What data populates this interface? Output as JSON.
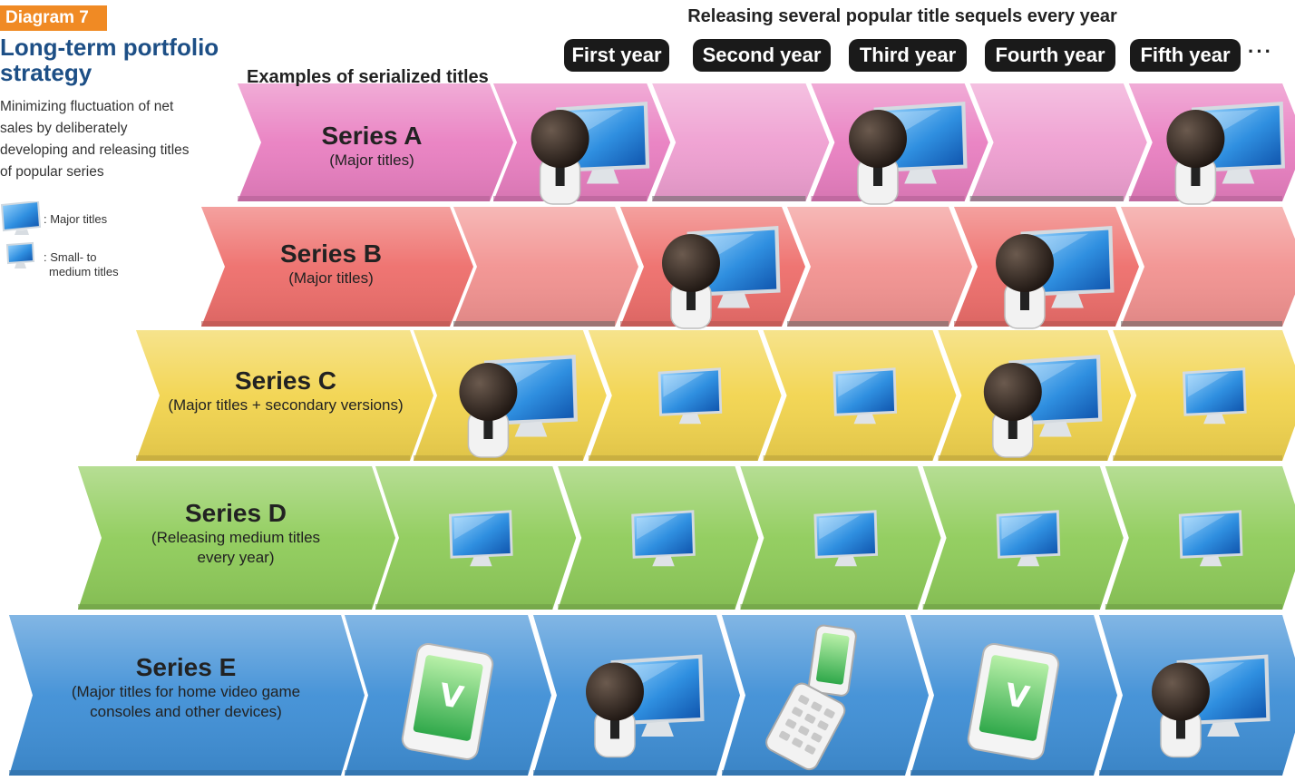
{
  "header": {
    "badge": "Diagram 7",
    "title": "Long-term portfolio strategy",
    "description": "Minimizing fluctuation of net sales by deliberately developing and releasing titles of popular series"
  },
  "legend": {
    "major_label": ": Major titles",
    "small_label_line1": ": Small- to",
    "small_label_line2": "medium titles"
  },
  "top_heading": "Releasing several popular title sequels every year",
  "examples_heading": "Examples of serialized titles",
  "years": [
    "First year",
    "Second year",
    "Third year",
    "Fourth year",
    "Fifth year"
  ],
  "ellipsis": "···",
  "colors": {
    "series_a": "#e97fc1",
    "series_b": "#ee6e6b",
    "series_c": "#f2d44e",
    "series_d": "#8fcc5a",
    "series_e": "#3f8fd6",
    "badge": "#f08a24",
    "title": "#1d4f86"
  },
  "series": [
    {
      "name": "Series A",
      "sub1": "(Major titles)",
      "sub2": "",
      "icons": [
        "major-title-icon",
        "",
        "major-title-icon",
        "",
        "major-title-icon"
      ]
    },
    {
      "name": "Series B",
      "sub1": "(Major titles)",
      "sub2": "",
      "icons": [
        "",
        "major-title-icon",
        "",
        "major-title-icon",
        ""
      ]
    },
    {
      "name": "Series C",
      "sub1": "(Major titles + secondary versions)",
      "sub2": "",
      "icons": [
        "major-title-icon",
        "small-title-icon",
        "small-title-icon",
        "major-title-icon",
        "small-title-icon"
      ]
    },
    {
      "name": "Series D",
      "sub1": "(Releasing medium titles",
      "sub2": "every year)",
      "icons": [
        "small-title-icon",
        "small-title-icon",
        "small-title-icon",
        "small-title-icon",
        "small-title-icon"
      ]
    },
    {
      "name": "Series E",
      "sub1": "(Major titles for home video game",
      "sub2": "consoles and other devices)",
      "icons": [
        "handheld-device-icon",
        "major-title-icon",
        "mobile-phone-icon",
        "handheld-device-icon",
        "major-title-icon"
      ]
    }
  ]
}
